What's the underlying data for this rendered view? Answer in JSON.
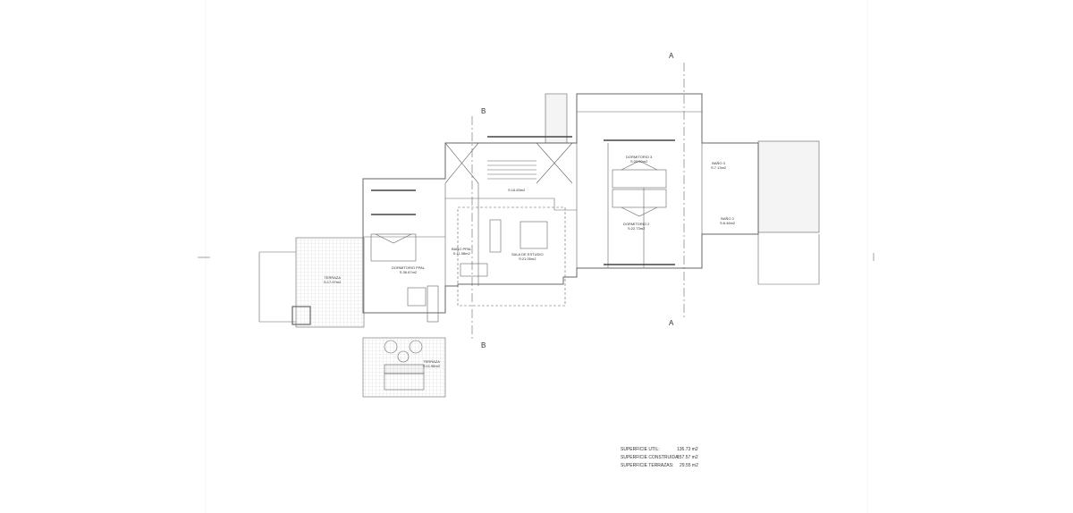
{
  "section_markers": {
    "a_top": "A",
    "a_bottom": "A",
    "b_top": "B",
    "b_bottom": "B"
  },
  "rooms": [
    {
      "name": "DORMITORIO 3",
      "area": "S:20.60m2"
    },
    {
      "name": "BAÑO 3",
      "area": "S:7.13m2"
    },
    {
      "name": "DORMITORIO 2",
      "area": "S:22.73m2"
    },
    {
      "name": "BAÑO 2",
      "area": "S:6.46m2"
    },
    {
      "name": "",
      "area": "S:16.83m2"
    },
    {
      "name": "BAÑO PPAL",
      "area": "S:11.98m2"
    },
    {
      "name": "SALA DE ESTUDIO",
      "area": "S:21.05m2"
    },
    {
      "name": "DORMITORIO PPAL",
      "area": "S:36.67m2"
    },
    {
      "name": "TERRAZA",
      "area": "S:17.97m2"
    },
    {
      "name": "TERRAZA",
      "area": "S:11.98m2"
    }
  ],
  "summary": [
    {
      "label": "SUPERFICIE UTIL:",
      "value": "136.73 m2"
    },
    {
      "label": "SUPERFICIE CONSTRUIDA:",
      "value": "157.57 m2"
    },
    {
      "label": "SUPERFICIE TERRAZAS:",
      "value": "29.55 m2"
    }
  ],
  "colors": {
    "line": "#555555",
    "hatch": "#aaaaaa"
  }
}
